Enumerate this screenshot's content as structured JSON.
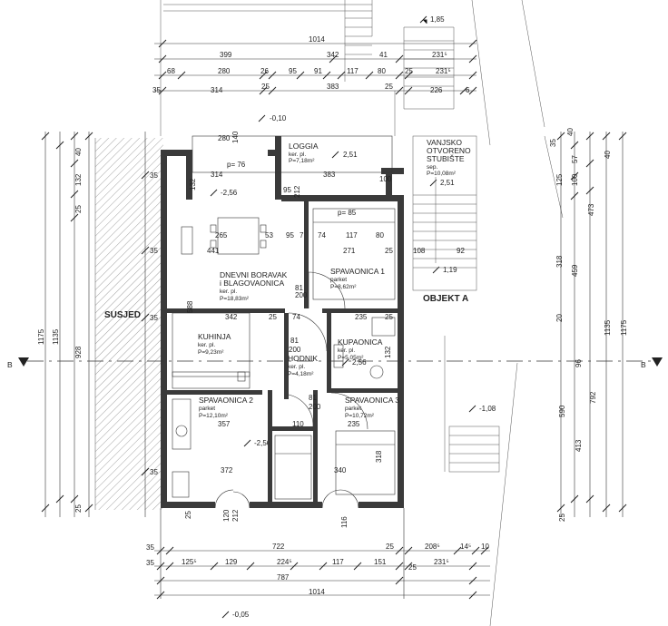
{
  "rooms": {
    "loggia": {
      "name": "LOGGIA",
      "floor": "ker. pl.",
      "area": "P=7,18m²"
    },
    "living": {
      "name1": "DNEVNI BORAVAK",
      "name2": "i BLAGOVAONICA",
      "floor": "ker. pl.",
      "area": "P=18,83m²"
    },
    "bedroom1": {
      "name": "SPAVAONICA 1",
      "floor": "parket",
      "area": "P=8,62m²"
    },
    "kitchen": {
      "name": "KUHINJA",
      "floor": "ker. pl.",
      "area": "P=9,23m²"
    },
    "bathroom": {
      "name": "KUPAONICA",
      "floor": "ker. pl.",
      "area": "P=5,05m²"
    },
    "hall": {
      "name": "HODNIK",
      "floor": "ker. pl.",
      "area": "P=4,18m²"
    },
    "bedroom2": {
      "name": "SPAVAONICA 2",
      "floor": "parket",
      "area": "P=12,10m²"
    },
    "bedroom3": {
      "name": "SPAVAONICA 3",
      "floor": "parket",
      "area": "P=10,72m²"
    },
    "stair": {
      "name1": "VANJSKO",
      "name2": "OTVORENO",
      "name3": "STUBIŠTE",
      "floor": "sep.",
      "area": "P=10,08m²"
    }
  },
  "labels": {
    "neighbor": "SUSJED",
    "object": "OBJEKT A",
    "section_left": "B",
    "section_right": "B"
  },
  "levels": {
    "top": "1,85",
    "a": "-0,10",
    "b": "2,51",
    "c": "-2,56",
    "d": "2,51",
    "e": "1,19",
    "f": "2,56",
    "g": "-1,08",
    "h": "-2,56",
    "bottom": "-0,05"
  },
  "dims_top": {
    "r1": "1014",
    "r2a": "399",
    "r2b": "342",
    "r2c": "41",
    "r2d": "231⁵",
    "r3a": "68",
    "r3b": "280",
    "r3c": "26",
    "r3d": "95",
    "r3e": "91",
    "r3f": "117",
    "r3g": "80",
    "r3h": "25",
    "r3i": "231⁵",
    "r4a": "35",
    "r4b": "314",
    "r4c": "25",
    "r4d": "383",
    "r4e": "25",
    "r4f": "226",
    "r4g": "6"
  },
  "dims_bottom": {
    "r1a": "35",
    "r1b": "722",
    "r1c": "25",
    "r1d": "208⁵",
    "r1e": "14⁵",
    "r1f": "10",
    "r2a": "35",
    "r2b": "125⁵",
    "r2c": "129",
    "r2d": "224⁵",
    "r2e": "117",
    "r2f": "151",
    "r2g": "25",
    "r2h": "231⁵",
    "r3a": "787",
    "r4a": "1014"
  },
  "dims_left": {
    "a": "40",
    "b": "132",
    "c": "25",
    "d": "1175",
    "e": "1135",
    "f": "928",
    "g": "25",
    "h": "35",
    "i": "35",
    "j": "35",
    "k": "35"
  },
  "dims_right": {
    "a": "35",
    "b": "40",
    "c": "125",
    "d": "57",
    "e": "100",
    "f": "473",
    "g": "459",
    "h": "20",
    "i": "1135",
    "j": "1175",
    "k": "318",
    "l": "96",
    "m": "792",
    "n": "590",
    "o": "413",
    "p": "25",
    "q": "40"
  },
  "dims_inner": {
    "d1": "280",
    "d2": "140",
    "d3": "p= 76",
    "d4": "314",
    "d5": "383",
    "d6": "95",
    "d7": "212",
    "d8": "132",
    "d9": "100",
    "d10": "p= 85",
    "d11": "265",
    "d12": "53",
    "d13": "95",
    "d14": "7",
    "d15": "74",
    "d16": "117",
    "d17": "80",
    "d18": "441",
    "d19": "271",
    "d20": "25",
    "d21": "108",
    "d22": "92",
    "d23": "342",
    "d24": "25",
    "d25": "74",
    "d26": "235",
    "d27": "25",
    "d28": "81",
    "d29": "200",
    "d30": "588",
    "d31": "357",
    "d32": "110",
    "d33": "235",
    "d34": "372",
    "d35": "340",
    "d36": "120",
    "d37": "212",
    "d38": "116",
    "d39": "25",
    "d40": "81",
    "d41": "200",
    "d42": "81",
    "d43": "200",
    "d44": "318",
    "d45": "132"
  }
}
